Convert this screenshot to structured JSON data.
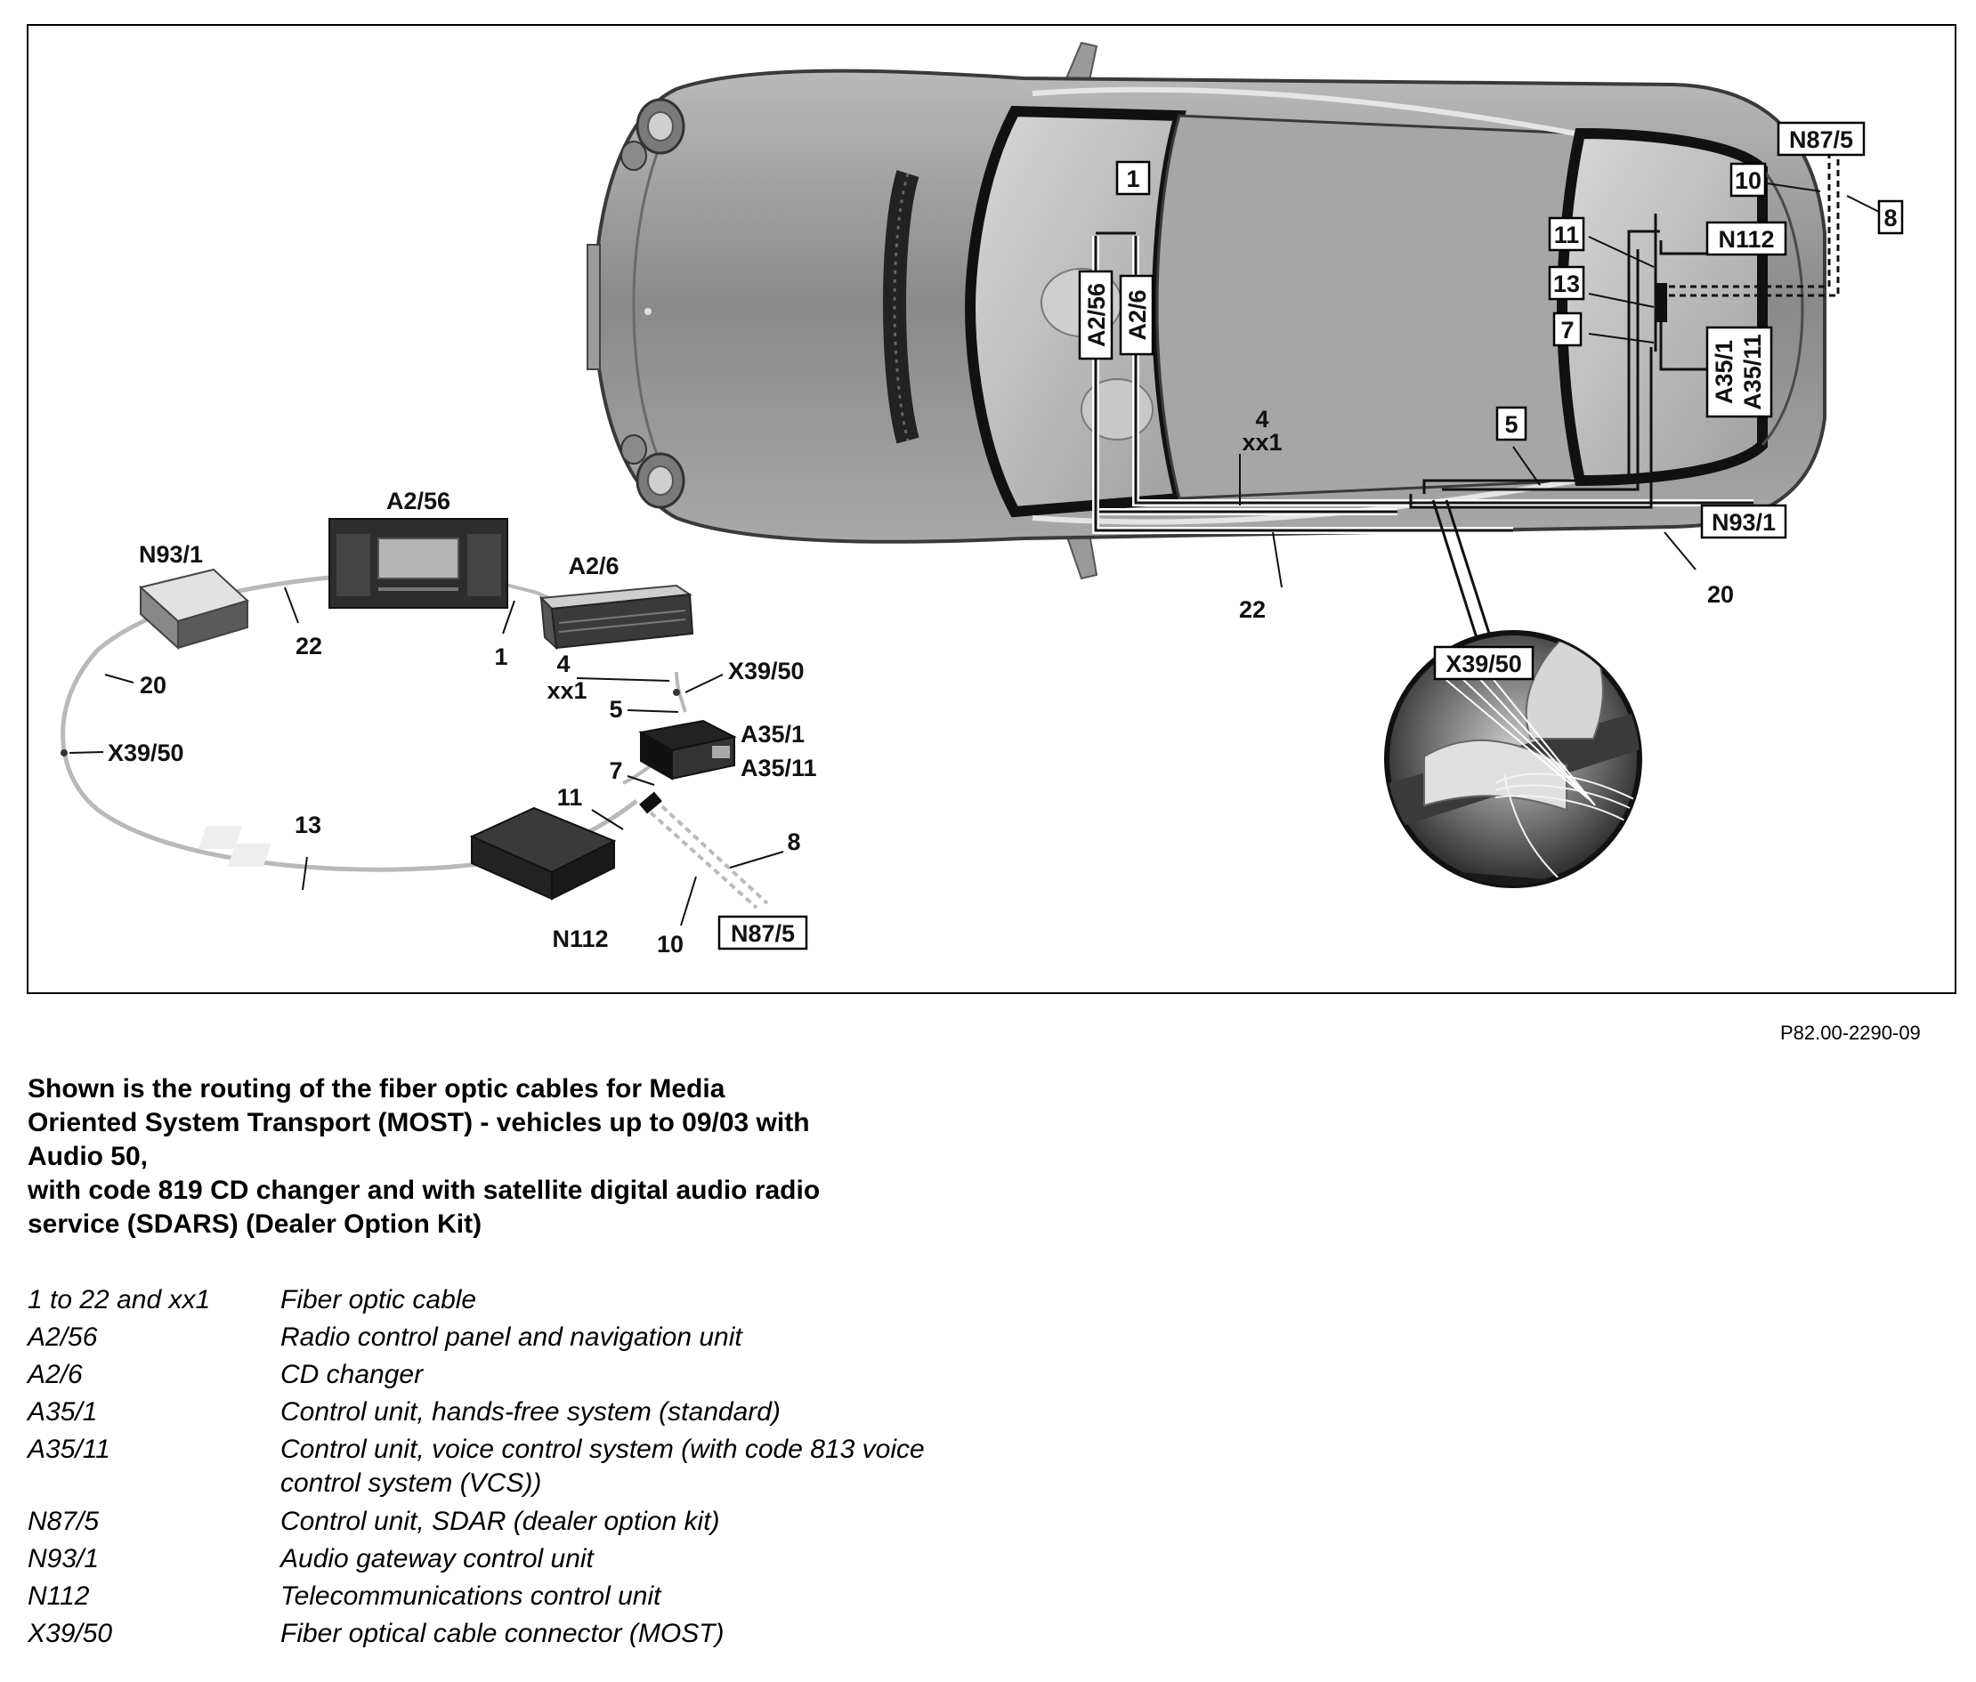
{
  "diagram": {
    "car_labels": {
      "l1": "1",
      "a2_56": "A2/56",
      "a2_6": "A2/6",
      "l4": "4",
      "xx1": "xx1",
      "l5": "5",
      "n93_1": "N93/1",
      "l20": "20",
      "l22": "22",
      "n87_5": "N87/5",
      "l10": "10",
      "l8": "8",
      "l11": "11",
      "n112": "N112",
      "l13": "13",
      "l7": "7",
      "a35_1": "A35/1",
      "a35_11": "A35/11"
    },
    "inset_labels": {
      "x39_50": "X39/50"
    },
    "ring_labels": {
      "a2_56": "A2/56",
      "n93_1": "N93/1",
      "a2_6": "A2/6",
      "l22": "22",
      "l1": "1",
      "l4": "4",
      "xx1": "xx1",
      "x39_50_right": "X39/50",
      "l5": "5",
      "a35_1": "A35/1",
      "a35_11": "A35/11",
      "l20": "20",
      "x39_50_left": "X39/50",
      "l7": "7",
      "l11": "11",
      "l13": "13",
      "l8": "8",
      "n112": "N112",
      "l10": "10",
      "n87_5": "N87/5"
    }
  },
  "figure_id": "P82.00-2290-09",
  "caption": [
    "Shown is the routing of the fiber optic cables for Media",
    "Oriented System Transport (MOST) - vehicles up to 09/03 with",
    "Audio 50,",
    "with code 819 CD changer and with satellite digital audio radio",
    "service (SDARS) (Dealer Option Kit)"
  ],
  "legend": [
    {
      "key": "1 to 22 and xx1",
      "desc": "Fiber optic cable"
    },
    {
      "key": "A2/56",
      "desc": "Radio control panel and navigation unit"
    },
    {
      "key": "A2/6",
      "desc": "CD changer"
    },
    {
      "key": "A35/1",
      "desc": "Control unit, hands-free system (standard)"
    },
    {
      "key": "A35/11",
      "desc": "Control unit, voice control system (with code 813 voice control system (VCS))"
    },
    {
      "key": "N87/5",
      "desc": "Control unit, SDAR (dealer option kit)"
    },
    {
      "key": "N93/1",
      "desc": "Audio gateway control unit"
    },
    {
      "key": "N112",
      "desc": "Telecommunications control unit"
    },
    {
      "key": "X39/50",
      "desc": "Fiber optical cable connector (MOST)"
    }
  ]
}
